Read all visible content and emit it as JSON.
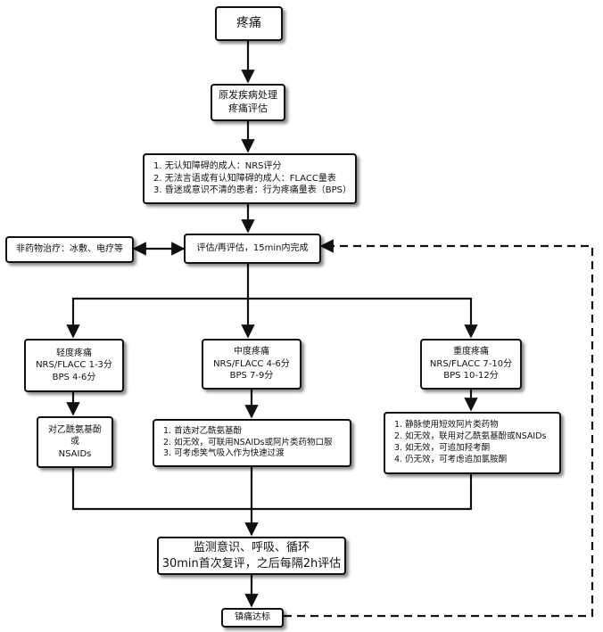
{
  "nodes": {
    "pain": {
      "lines": [
        "疼痛"
      ]
    },
    "primary": {
      "lines": [
        "原发疾病处理",
        "疼痛评估"
      ]
    },
    "scales": {
      "lines": [
        "1. 无认知障碍的成人：NRS评分",
        "2. 无法言语或有认知障碍的成人：FLACC量表",
        "3. 昏迷或意识不清的患者：行为疼痛量表（BPS）"
      ]
    },
    "nondrug": {
      "lines": [
        "非药物治疗：冰敷、电疗等"
      ]
    },
    "reassess": {
      "lines": [
        "评估/再评估，15min内完成"
      ]
    },
    "mild": {
      "lines": [
        "轻度疼痛",
        "NRS/FLACC 1-3分",
        "BPS 4-6分"
      ]
    },
    "moderate": {
      "lines": [
        "中度疼痛",
        "NRS/FLACC 4-6分",
        "BPS 7-9分"
      ]
    },
    "severe": {
      "lines": [
        "重度疼痛",
        "NRS/FLACC 7-10分",
        "BPS 10-12分"
      ]
    },
    "mild_tx": {
      "lines": [
        "对乙酰氨基酚",
        "或",
        "NSAIDs"
      ]
    },
    "moderate_tx": {
      "lines": [
        "1. 首选对乙酰氨基酚",
        "2. 如无效，可联用NSAIDs或阿片类药物口服",
        "3. 可考虑笑气吸入作为快速过渡"
      ]
    },
    "severe_tx": {
      "lines": [
        "1. 静脉使用短效阿片类药物",
        "2. 如无效，联用对乙酰氨基酚或NSAIDs",
        "3. 如无效，可追加羟考酮",
        "4. 仍无效，可考虑追加氯胺酮"
      ]
    },
    "monitor": {
      "lines": [
        "监测意识、呼吸、循环",
        "30min首次复评，之后每隔2h评估"
      ]
    },
    "goal": {
      "lines": [
        "镇痛达标"
      ]
    }
  },
  "edges": [
    {
      "from": "pain",
      "to": "primary",
      "style": "solid"
    },
    {
      "from": "primary",
      "to": "scales",
      "style": "solid"
    },
    {
      "from": "scales",
      "to": "reassess",
      "style": "solid"
    },
    {
      "from": "reassess",
      "to": "nondrug",
      "style": "solid",
      "bidirectional": true
    },
    {
      "from": "reassess",
      "to": "mild",
      "style": "solid"
    },
    {
      "from": "reassess",
      "to": "moderate",
      "style": "solid"
    },
    {
      "from": "reassess",
      "to": "severe",
      "style": "solid"
    },
    {
      "from": "mild",
      "to": "mild_tx",
      "style": "solid"
    },
    {
      "from": "moderate",
      "to": "moderate_tx",
      "style": "solid"
    },
    {
      "from": "severe",
      "to": "severe_tx",
      "style": "solid"
    },
    {
      "from": "mild_tx",
      "to": "monitor",
      "style": "solid"
    },
    {
      "from": "moderate_tx",
      "to": "monitor",
      "style": "solid"
    },
    {
      "from": "severe_tx",
      "to": "monitor",
      "style": "solid"
    },
    {
      "from": "monitor",
      "to": "goal",
      "style": "solid"
    },
    {
      "from": "goal",
      "to": "reassess",
      "style": "dashed"
    }
  ],
  "colors": {
    "stroke": "#111111",
    "fill": "#ffffff",
    "text": "#111111"
  }
}
